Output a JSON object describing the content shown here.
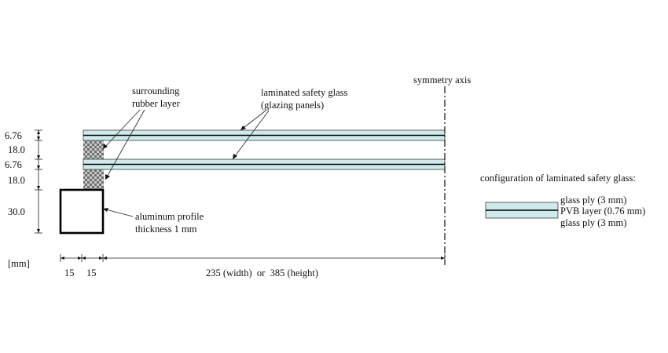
{
  "labels": {
    "symmetry_axis": "symmetry axis",
    "rubber_line1": "surrounding",
    "rubber_line2": "rubber layer",
    "glass_line1": "laminated safety glass",
    "glass_line2": "(glazing panels)",
    "profile_line1": "aluminum profile",
    "profile_line2": "thickness 1 mm",
    "unit": "[mm]"
  },
  "vertical_dims": [
    "6.76",
    "18.0",
    "6.76",
    "18.0",
    "30.0"
  ],
  "horizontal_dims": {
    "d1": "15",
    "d2": "15",
    "d3": "235 (width)  or  385 (height)"
  },
  "configuration": {
    "title": "configuration of laminated safety glass:",
    "top": "glass ply (3 mm)",
    "middle": "PVB layer (0.76 mm)",
    "bottom": "glass ply (3 mm)"
  },
  "colors": {
    "glass": "#cfeaea",
    "rubber": "checkered gray"
  }
}
